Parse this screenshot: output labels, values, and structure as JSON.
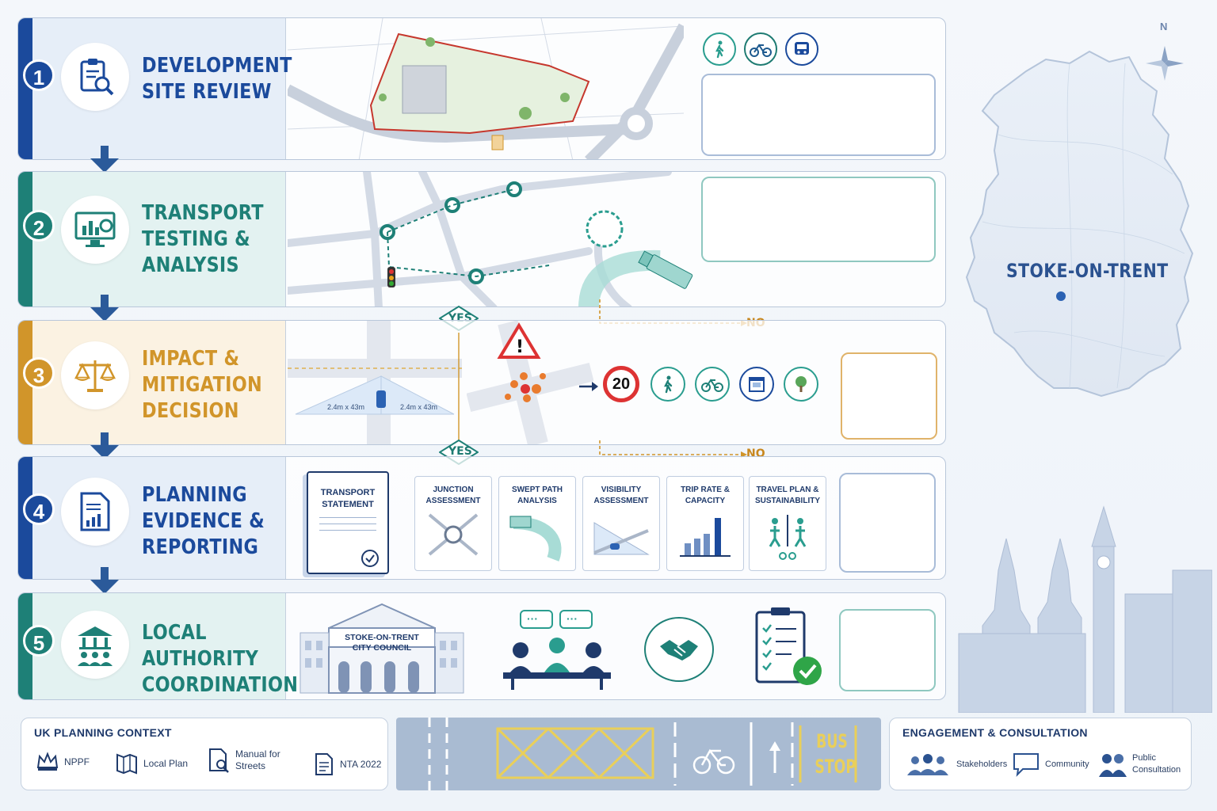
{
  "stages": [
    {
      "num": "1",
      "title": [
        "DEVELOPMENT",
        "SITE REVIEW"
      ],
      "color": "#1b4a9c",
      "bg": "#e6eef8"
    },
    {
      "num": "2",
      "title": [
        "TRANSPORT",
        "TESTING &",
        "ANALYSIS"
      ],
      "color": "#1e8077",
      "bg": "#e3f2f1"
    },
    {
      "num": "3",
      "title": [
        "IMPACT &",
        "MITIGATION",
        "DECISION"
      ],
      "color": "#d1952a",
      "bg": "#fbf2e2"
    },
    {
      "num": "4",
      "title": [
        "PLANNING",
        "EVIDENCE &",
        "REPORTING"
      ],
      "color": "#1b4a9c",
      "bg": "#e6eef8"
    },
    {
      "num": "5",
      "title": [
        "LOCAL AUTHORITY",
        "COORDINATION"
      ],
      "color": "#1e8077",
      "bg": "#e3f2f1"
    }
  ],
  "flow": {
    "yes_label": "YES",
    "no_label": "NO"
  },
  "stage3": {
    "visibility_left": "2.4m x 43m",
    "visibility_right": "2.4m x 43m",
    "speed_limit": "20"
  },
  "stage4": {
    "statement": [
      "TRANSPORT",
      "STATEMENT"
    ],
    "cards": [
      [
        "JUNCTION",
        "ASSESSMENT"
      ],
      [
        "SWEPT PATH",
        "ANALYSIS"
      ],
      [
        "VISIBILITY",
        "ASSESSMENT"
      ],
      [
        "TRIP RATE &",
        "CAPACITY"
      ],
      [
        "TRAVEL PLAN &",
        "SUSTAINABILITY"
      ]
    ]
  },
  "stage5": {
    "council": [
      "STOKE-ON-TRENT",
      "CITY COUNCIL"
    ]
  },
  "map": {
    "city": "STOKE-ON-TRENT",
    "north": "N"
  },
  "planning_context": {
    "title": "UK PLANNING CONTEXT",
    "items": [
      {
        "icon": "crown-icon",
        "label": [
          "NPPF"
        ]
      },
      {
        "icon": "map-icon",
        "label": [
          "Local Plan"
        ]
      },
      {
        "icon": "document-search-icon",
        "label": [
          "Manual for",
          "Streets"
        ]
      },
      {
        "icon": "document-icon",
        "label": [
          "NTA 2022"
        ]
      }
    ]
  },
  "road": {
    "bus_stop": [
      "BUS",
      "STOP"
    ]
  },
  "engagement": {
    "title": "ENGAGEMENT & CONSULTATION",
    "items": [
      {
        "icon": "stakeholders-icon",
        "label": [
          "Stakeholders"
        ]
      },
      {
        "icon": "speech-bubble-icon",
        "label": [
          "Community"
        ]
      },
      {
        "icon": "people-icon",
        "label": [
          "Public",
          "Consultation"
        ]
      }
    ]
  }
}
